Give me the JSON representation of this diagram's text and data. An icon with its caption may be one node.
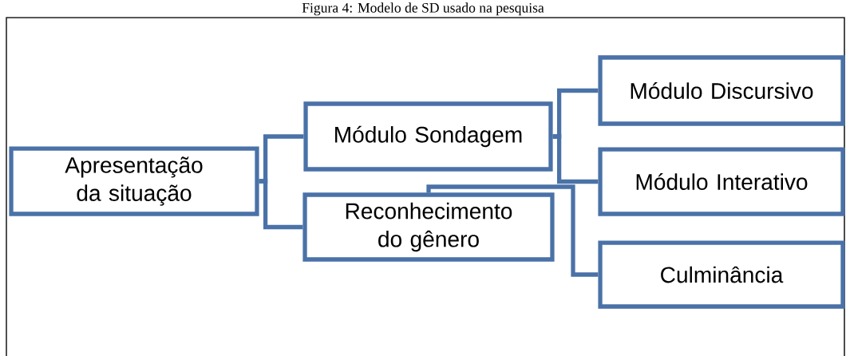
{
  "diagram": {
    "title": "Figura 4: Modelo de SD usado na pesquisa",
    "nodes": [
      {
        "text": [
          "Apresentação da situação"
        ]
      },
      {
        "text": [
          "Módulo Sondagem"
        ]
      },
      {
        "text": [
          "Reconhecimento do gênero"
        ]
      },
      {
        "text": [
          "Módulo Discursivo"
        ]
      },
      {
        "text": [
          "Módulo Interativo"
        ]
      },
      {
        "text": [
          "Culminância"
        ]
      }
    ],
    "edges": [
      {
        "from": 0,
        "to": 1,
        "arrow": "none"
      },
      {
        "from": 0,
        "to": 2,
        "arrow": "none"
      },
      {
        "from": 1,
        "to": 3,
        "arrow": "none"
      },
      {
        "from": 1,
        "to": 4,
        "arrow": "none"
      },
      {
        "from": 2,
        "to": 5,
        "arrow": "none"
      }
    ]
  }
}
